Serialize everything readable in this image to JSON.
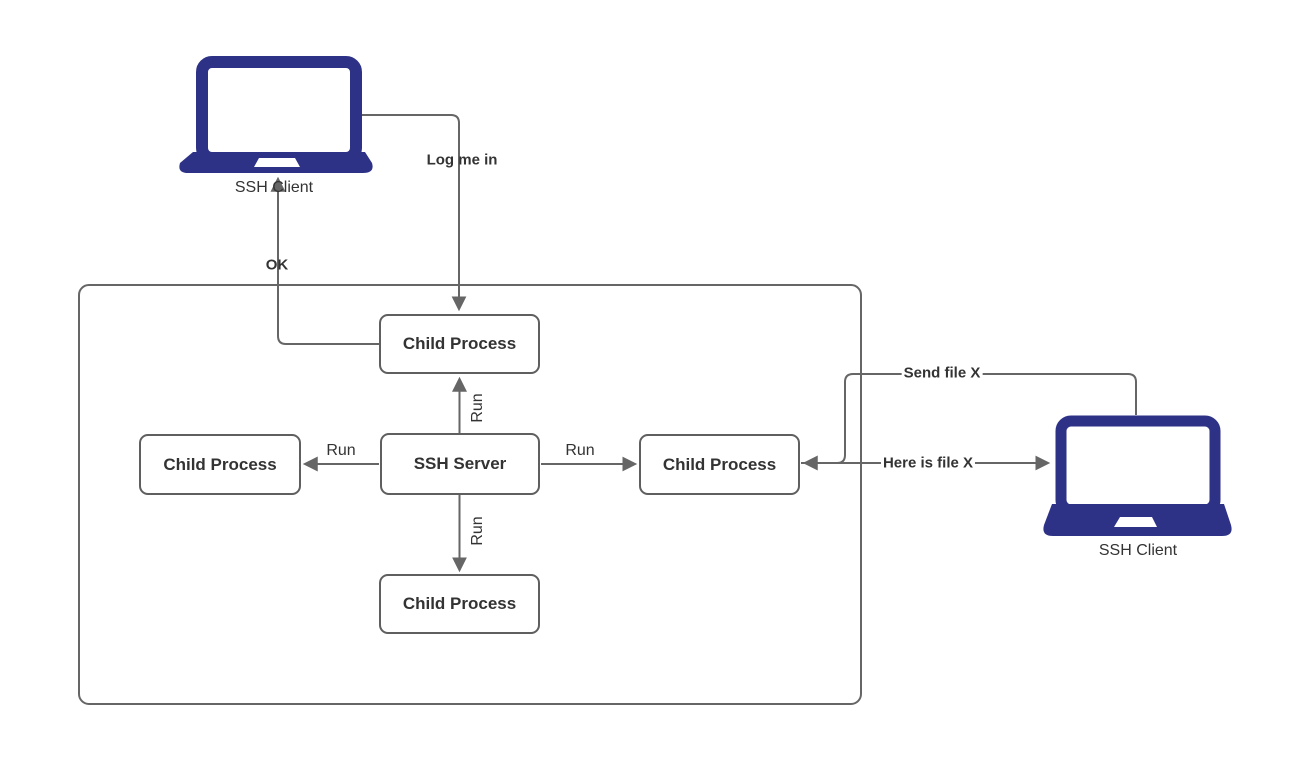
{
  "theme": {
    "laptop_color": "#2d3287",
    "line_color": "#666666",
    "text_color": "#333333",
    "node_border_color": "#5f5f5f",
    "canvas_bg": "#ffffff"
  },
  "diagram": {
    "nodes": {
      "ssh_server": {
        "label": "SSH Server"
      },
      "child_top": {
        "label": "Child Process"
      },
      "child_left": {
        "label": "Child Process"
      },
      "child_right": {
        "label": "Child Process"
      },
      "child_bottom": {
        "label": "Child Process"
      }
    },
    "clients": {
      "left": {
        "label": "SSH Client"
      },
      "right": {
        "label": "SSH Client"
      }
    },
    "edges": {
      "log_me_in": {
        "label": "Log me in"
      },
      "ok": {
        "label": "OK"
      },
      "run_up": {
        "label": "Run"
      },
      "run_left": {
        "label": "Run"
      },
      "run_right": {
        "label": "Run"
      },
      "run_down": {
        "label": "Run"
      },
      "send_file_x": {
        "label": "Send file X"
      },
      "here_is_file_x": {
        "label": "Here is file X"
      }
    }
  }
}
